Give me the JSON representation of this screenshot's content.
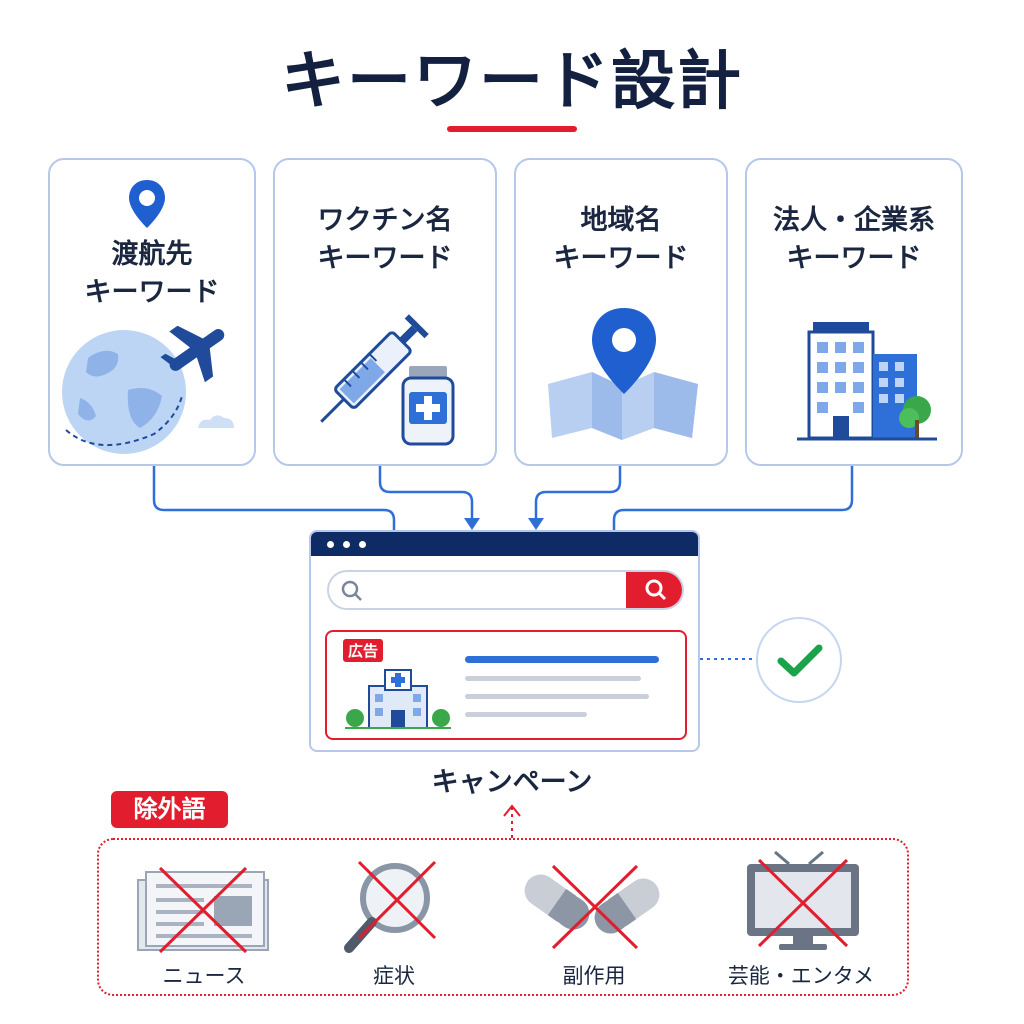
{
  "title": "キーワード設計",
  "cards": [
    {
      "line1": "渡航先",
      "line2": "キーワード",
      "icon": "globe-airplane-icon"
    },
    {
      "line1": "ワクチン名",
      "line2": "キーワード",
      "icon": "syringe-vial-icon"
    },
    {
      "line1": "地域名",
      "line2": "キーワード",
      "icon": "map-pin-icon"
    },
    {
      "line1": "法人・企業系",
      "line2": "キーワード",
      "icon": "office-building-icon"
    }
  ],
  "browser": {
    "ad_badge": "広告",
    "search_icon": "search-icon"
  },
  "campaign_label": "キャンペーン",
  "negative": {
    "tag": "除外語",
    "items": [
      {
        "label": "ニュース",
        "icon": "newspaper-icon"
      },
      {
        "label": "症状",
        "icon": "magnifier-icon"
      },
      {
        "label": "副作用",
        "icon": "capsule-icon"
      },
      {
        "label": "芸能・エンタメ",
        "icon": "television-icon"
      }
    ]
  },
  "colors": {
    "accent_red": "#e11d2e",
    "navy": "#0f2b66",
    "blue": "#2f6fd8",
    "check_green": "#1aa34a"
  }
}
